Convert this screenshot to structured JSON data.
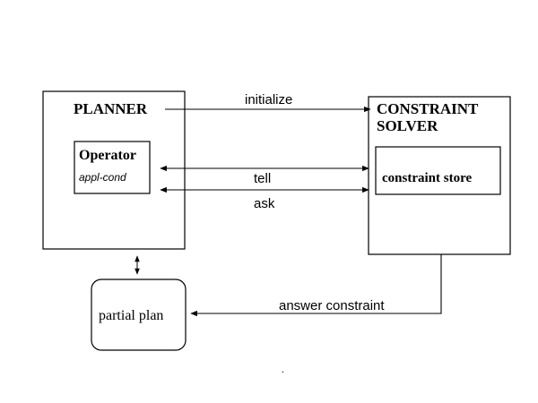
{
  "planner": {
    "title": "PLANNER",
    "operator": {
      "title": "Operator",
      "subtitle": "appl-cond"
    }
  },
  "solver": {
    "title_line1": "CONSTRAINT",
    "title_line2": "SOLVER",
    "store": "constraint store"
  },
  "partial_plan": "partial plan",
  "arrows": {
    "initialize": "initialize",
    "tell": "tell",
    "ask": "ask",
    "answer": "answer constraint"
  },
  "footer_mark": "."
}
